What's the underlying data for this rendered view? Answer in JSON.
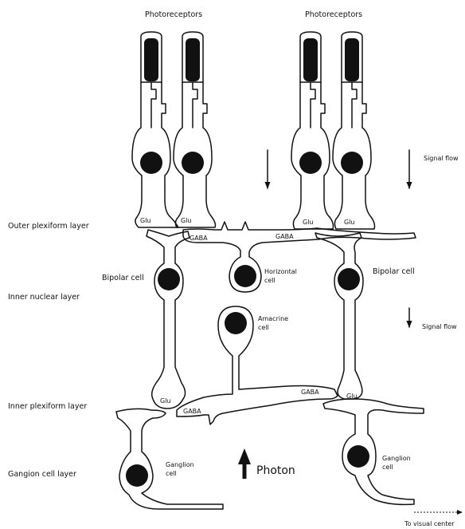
{
  "title_left": "Photoreceptors",
  "title_right": "Photoreceptors",
  "layers": {
    "outer_plexiform": "Outer plexiform layer",
    "inner_nuclear": "Inner nuclear layer",
    "inner_plexiform": "Inner plexiform layer",
    "ganglion_cell": "Gangion cell layer"
  },
  "cells": {
    "bipolar_left": "Bipolar cell",
    "bipolar_right": "Bipolar cell",
    "horizontal_l1": "Horizontal",
    "horizontal_l2": "cell",
    "amacrine_l1": "Amacrine",
    "amacrine_l2": "cell",
    "ganglion_left_l1": "Ganglion",
    "ganglion_left_l2": "cell",
    "ganglion_right_l1": "Ganglion",
    "ganglion_right_l2": "cell"
  },
  "transmitters": {
    "glu": "Glu",
    "gaba": "GABA"
  },
  "signal_flow": "Signal flow",
  "photon": "Photon",
  "to_visual_center": "To visual center"
}
